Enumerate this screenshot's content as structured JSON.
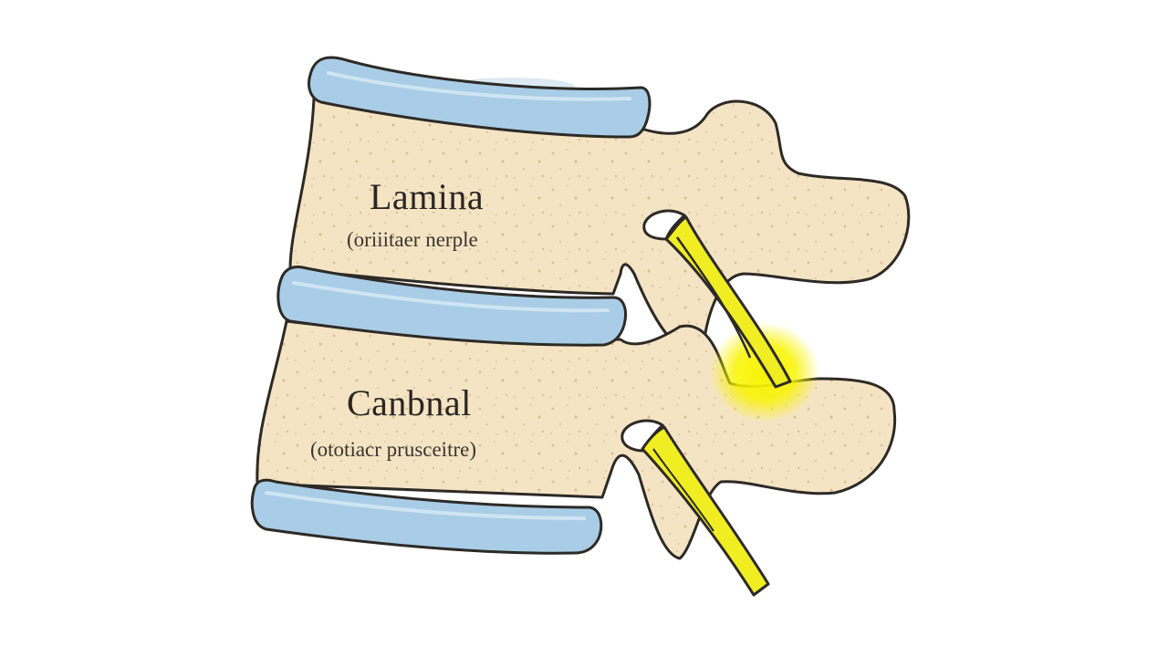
{
  "labels": {
    "upper": {
      "title": "Lamina",
      "subtitle": "(oriiitaer nerple"
    },
    "lower": {
      "title": "Canbnal",
      "subtitle": "(ototiacr prusceitre)"
    }
  },
  "colors": {
    "bone": "#f5e4c4",
    "bone_stroke": "#2d2a26",
    "disc": "#a9cde6",
    "disc_highlight": "#cfe5f3",
    "nerve": "#f0ee22",
    "glow": "#f8f400",
    "background": "#ffffff"
  }
}
